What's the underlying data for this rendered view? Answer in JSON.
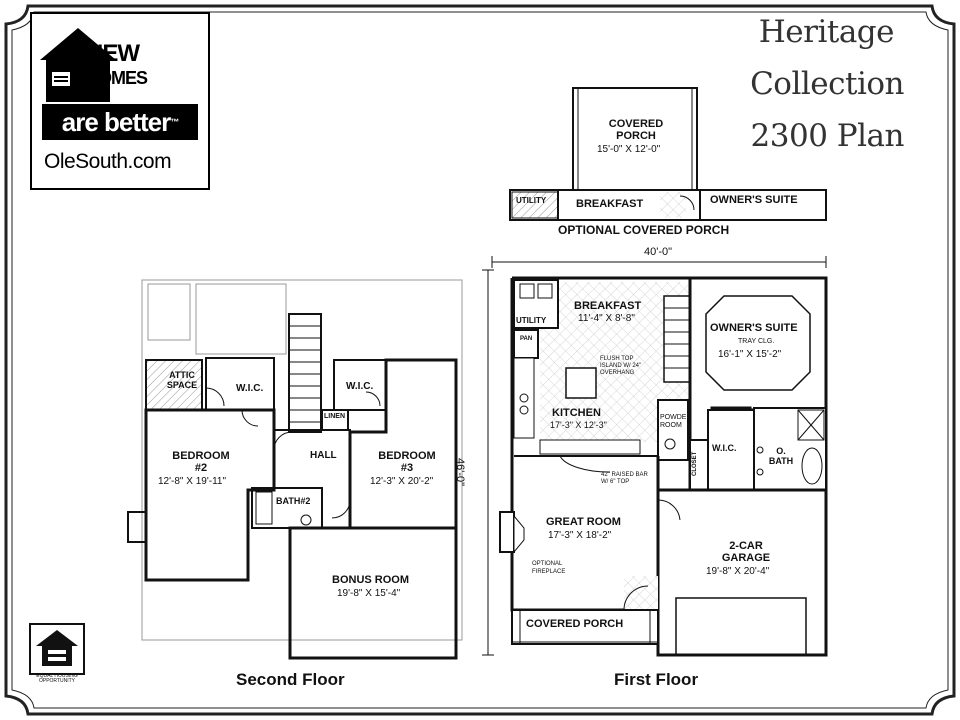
{
  "logo": {
    "line1": "NEW",
    "line2": "HOMES",
    "line3": "are better",
    "trademark": "™",
    "url": "OleSouth.com"
  },
  "title": {
    "line1": "Heritage",
    "line2": "Collection",
    "line3": "2300 Plan"
  },
  "optional_porch": {
    "covered_porch_label": "COVERED PORCH",
    "covered_porch_dims": "15'-0\" X 12'-0\"",
    "utility": "UTILITY",
    "breakfast": "BREAKFAST",
    "owners_suite": "OWNER'S SUITE",
    "caption": "OPTIONAL COVERED PORCH"
  },
  "second_floor": {
    "attic_line1": "ATTIC",
    "attic_line2": "SPACE",
    "wic_left": "W.I.C.",
    "wic_right": "W.I.C.",
    "linen": "LINEN",
    "hall": "HALL",
    "bedroom2_label": "BEDROOM",
    "bedroom2_num": "#2",
    "bedroom2_dims": "12'-8\" X 19'-11\"",
    "bedroom3_label": "BEDROOM",
    "bedroom3_num": "#3",
    "bedroom3_dims": "12'-3\" X 20'-2\"",
    "bath2": "BATH#2",
    "bonus_label": "BONUS ROOM",
    "bonus_dims": "19'-8\" X 15'-4\"",
    "caption": "Second Floor"
  },
  "first_floor": {
    "width_dim": "40'-0\"",
    "depth_dim": "46'-0\"",
    "breakfast_label": "BREAKFAST",
    "breakfast_dims": "11'-4\" X 8'-8\"",
    "utility": "UTILITY",
    "pan": "PAN",
    "island_line1": "FLUSH TOP",
    "island_line2": "ISLAND W/ 24\"",
    "island_line3": "OVERHANG",
    "kitchen_label": "KITCHEN",
    "kitchen_dims": "17'-3\" X 12'-3\"",
    "powder_line1": "POWDER",
    "powder_line2": "ROOM",
    "raised_bar_line1": "42\" RAISED BAR",
    "raised_bar_line2": "W/ 6\" TOP",
    "owners_label": "OWNER'S SUITE",
    "owners_note": "TRAY CLG.",
    "owners_dims": "16'-1\" X 15'-2\"",
    "wic": "W.I.C.",
    "closet": "CLOSET",
    "obath_line1": "O.",
    "obath_line2": "BATH",
    "great_label": "GREAT ROOM",
    "great_dims": "17'-3\" X 18'-2\"",
    "fireplace_line1": "OPTIONAL",
    "fireplace_line2": "FIREPLACE",
    "garage_line1": "2-CAR",
    "garage_line2": "GARAGE",
    "garage_dims": "19'-8\" X 20'-4\"",
    "porch_label": "COVERED PORCH",
    "caption": "First Floor"
  },
  "equal_housing": {
    "line1": "EQUAL HOUSING",
    "line2": "OPPORTUNITY"
  }
}
